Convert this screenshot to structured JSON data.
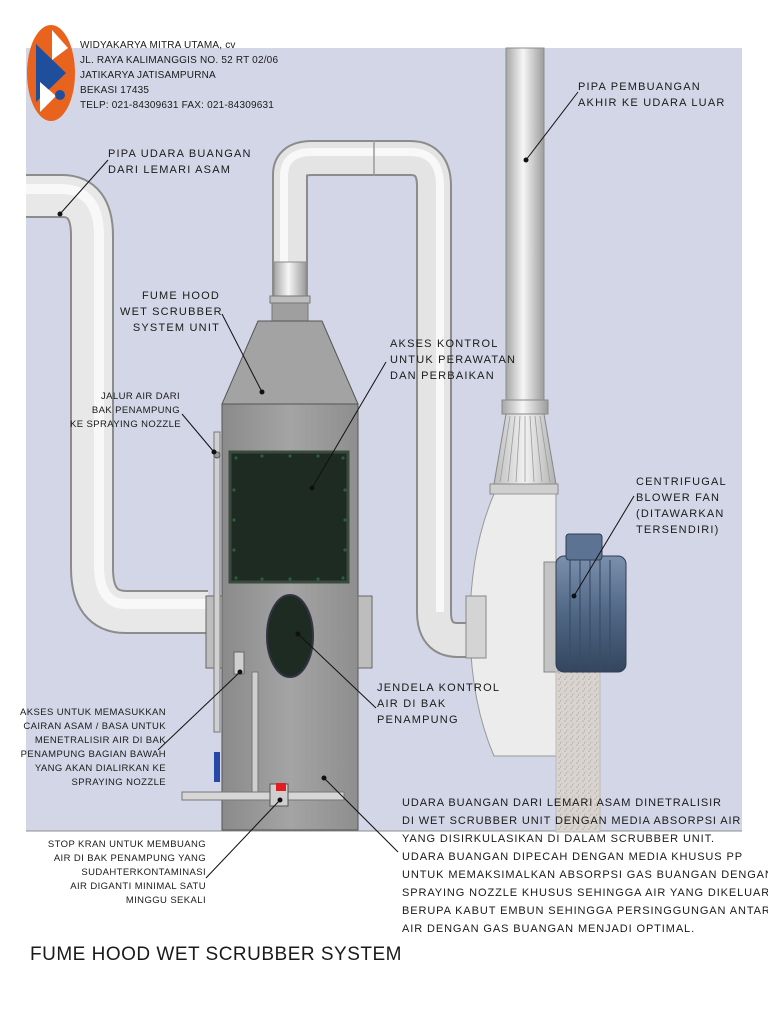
{
  "company": {
    "lines": [
      "WIDYAKARYA MITRA UTAMA, cv",
      "JL. RAYA KALIMANGGIS NO. 52 RT 02/06",
      "JATIKARYA JATISAMPURNA",
      "BEKASI 17435",
      "TELP: 021-84309631 FAX: 021-84309631"
    ]
  },
  "labels": {
    "exhaust_pipe": [
      "PIPA PEMBUANGAN",
      "AKHIR KE UDARA LUAR"
    ],
    "inlet_pipe": [
      "PIPA UDARA BUANGAN",
      "DARI LEMARI ASAM"
    ],
    "fume_hood": [
      "FUME HOOD",
      "WET SCRUBBER",
      "SYSTEM UNIT"
    ],
    "access_control": [
      "AKSES KONTROL",
      "UNTUK PERAWATAN",
      "DAN PERBAIKAN"
    ],
    "water_line": [
      "JALUR AIR DARI",
      "BAK PENAMPUNG",
      "KE SPRAYING NOZZLE"
    ],
    "blower": [
      "CENTRIFUGAL",
      "BLOWER FAN",
      "(DITAWARKAN",
      "TERSENDIRI)"
    ],
    "window": [
      "JENDELA KONTROL",
      "AIR DI BAK",
      "PENAMPUNG"
    ],
    "chem_access": [
      "AKSES UNTUK MEMASUKKAN",
      "CAIRAN ASAM /  BASA UNTUK",
      "MENETRALISIR AIR DI BAK",
      "PENAMPUNG BAGIAN BAWAH",
      "YANG AKAN DIALIRKAN KE",
      "SPRAYING NOZZLE"
    ],
    "drain": [
      "STOP KRAN UNTUK MEMBUANG",
      "AIR DI BAK PENAMPUNG YANG",
      "SUDAHTERKONTAMINASI",
      "AIR DIGANTI MINIMAL SATU",
      "MINGGU SEKALI"
    ]
  },
  "description": [
    "UDARA BUANGAN DARI LEMARI ASAM DINETRALISIR",
    "DI WET SCRUBBER UNIT DENGAN MEDIA ABSORPSI AIR",
    "YANG DISIRKULASIKAN DI DALAM SCRUBBER UNIT.",
    "UDARA BUANGAN DIPECAH DENGAN MEDIA KHUSUS PP",
    "UNTUK MEMAKSIMALKAN ABSORPSI GAS BUANGAN DENGAN",
    "SPRAYING NOZZLE KHUSUS SEHINGGA AIR YANG DIKELUARKAN",
    "BERUPA KABUT EMBUN SEHINGGA PERSINGGUNGAN ANTARA",
    "AIR DENGAN GAS BUANGAN MENJADI OPTIMAL."
  ],
  "title": "FUME HOOD WET SCRUBBER SYSTEM",
  "colors": {
    "background": "#d3d6e6",
    "pipe": "#dcdcdc",
    "unit": "#9b9b9b",
    "window": "#1d2b22",
    "motor": "#5a6f8c",
    "logo_orange": "#e8641e",
    "logo_blue": "#1f4f9c"
  }
}
